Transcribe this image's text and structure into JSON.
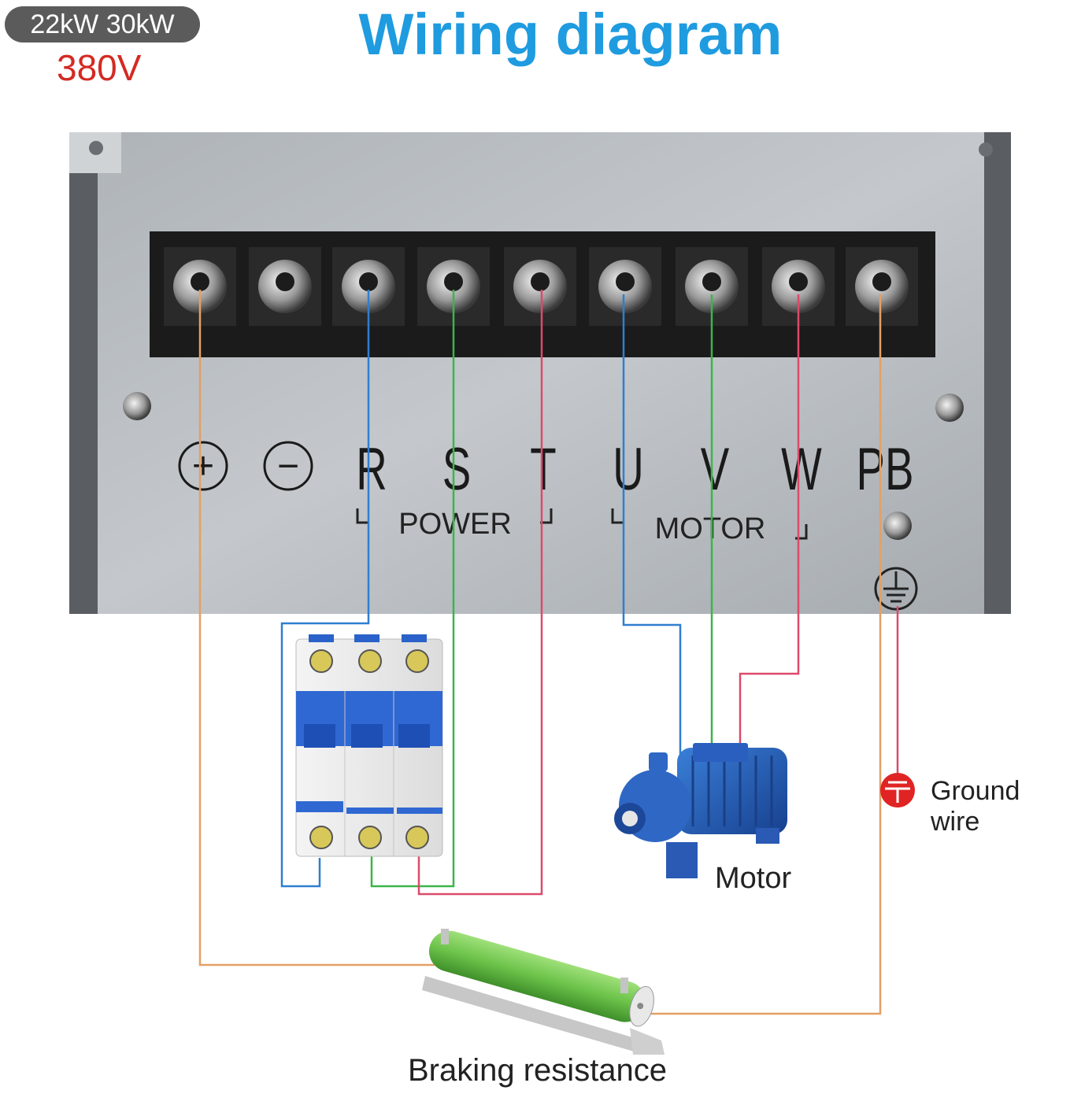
{
  "header": {
    "power_ratings": "22kW  30kW",
    "voltage": "380V",
    "title": "Wiring diagram"
  },
  "terminals": [
    "+",
    "−",
    "R",
    "S",
    "T",
    "U",
    "V",
    "W",
    "PB"
  ],
  "groups": {
    "power": "POWER",
    "motor": "MOTOR"
  },
  "components": {
    "ground": "Ground wire",
    "motor": "Motor",
    "braking": "Braking resistance"
  },
  "wire_colors": {
    "orange": "#e3a064",
    "blue": "#2f7fcf",
    "green": "#3bb54a",
    "red": "#dc4a6a"
  }
}
